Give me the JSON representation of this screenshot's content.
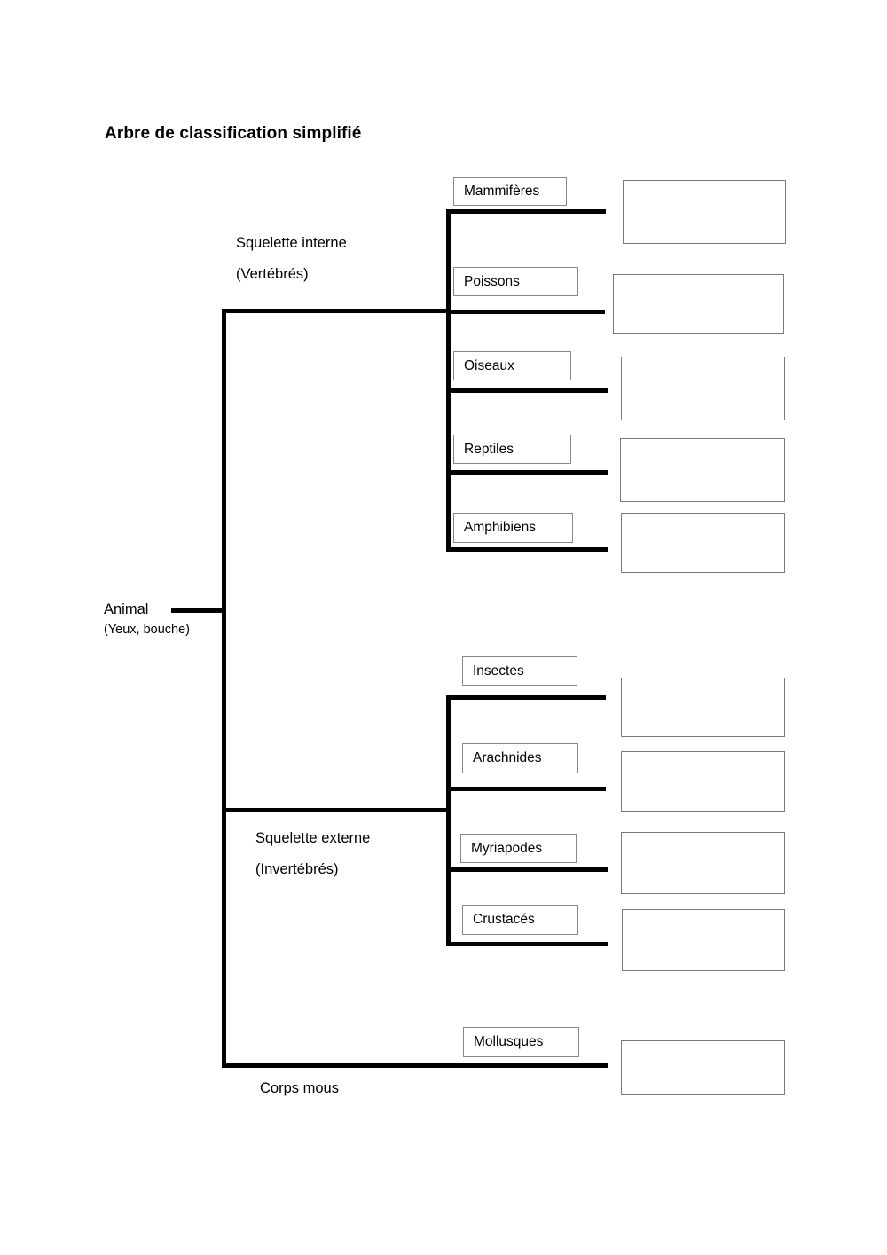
{
  "page": {
    "title": "Arbre de classification simplifié",
    "language": "fr"
  },
  "diagram": {
    "type": "classification-tree",
    "root": {
      "label": "Animal",
      "sublabel": "(Yeux, bouche)"
    },
    "branches": [
      {
        "id": "vertebres",
        "label": "Squelette interne",
        "sublabel": "(Vertébrés)",
        "children": [
          {
            "id": "mammiferes",
            "label": "Mammifères",
            "answer_value": ""
          },
          {
            "id": "poissons",
            "label": "Poissons",
            "answer_value": ""
          },
          {
            "id": "oiseaux",
            "label": "Oiseaux",
            "answer_value": ""
          },
          {
            "id": "reptiles",
            "label": "Reptiles",
            "answer_value": ""
          },
          {
            "id": "amphibiens",
            "label": "Amphibiens",
            "answer_value": ""
          }
        ]
      },
      {
        "id": "invertebres",
        "label": "Squelette externe",
        "sublabel": "(Invertébrés)",
        "children": [
          {
            "id": "insectes",
            "label": "Insectes",
            "answer_value": ""
          },
          {
            "id": "arachnides",
            "label": "Arachnides",
            "answer_value": ""
          },
          {
            "id": "myriapodes",
            "label": "Myriapodes",
            "answer_value": ""
          },
          {
            "id": "crustaces",
            "label": "Crustacés",
            "answer_value": ""
          }
        ]
      },
      {
        "id": "corps-mous",
        "label": "Corps mous",
        "sublabel": "",
        "children": [
          {
            "id": "mollusques",
            "label": "Mollusques",
            "answer_value": ""
          }
        ]
      }
    ],
    "colors": {
      "line": "#000000",
      "label_border": "#888888",
      "answer_border": "#7a7a7a",
      "text": "#000000",
      "background": "#ffffff"
    }
  }
}
